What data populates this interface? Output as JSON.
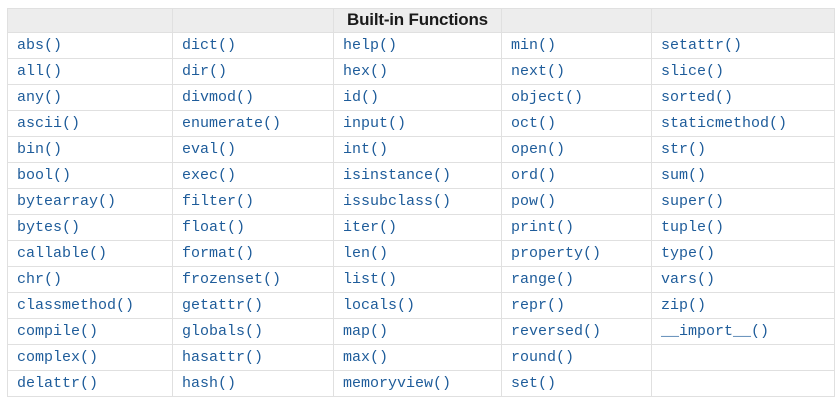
{
  "table": {
    "title": "Built-in Functions",
    "title_column_index": 2,
    "row_count": 14,
    "column_count": 5,
    "columns": [
      {
        "name": "column-1",
        "items": [
          "abs()",
          "all()",
          "any()",
          "ascii()",
          "bin()",
          "bool()",
          "bytearray()",
          "bytes()",
          "callable()",
          "chr()",
          "classmethod()",
          "compile()",
          "complex()",
          "delattr()"
        ]
      },
      {
        "name": "column-2",
        "items": [
          "dict()",
          "dir()",
          "divmod()",
          "enumerate()",
          "eval()",
          "exec()",
          "filter()",
          "float()",
          "format()",
          "frozenset()",
          "getattr()",
          "globals()",
          "hasattr()",
          "hash()"
        ]
      },
      {
        "name": "column-3",
        "items": [
          "help()",
          "hex()",
          "id()",
          "input()",
          "int()",
          "isinstance()",
          "issubclass()",
          "iter()",
          "len()",
          "list()",
          "locals()",
          "map()",
          "max()",
          "memoryview()"
        ]
      },
      {
        "name": "column-4",
        "items": [
          "min()",
          "next()",
          "object()",
          "oct()",
          "open()",
          "ord()",
          "pow()",
          "print()",
          "property()",
          "range()",
          "repr()",
          "reversed()",
          "round()",
          "set()"
        ]
      },
      {
        "name": "column-5",
        "items": [
          "setattr()",
          "slice()",
          "sorted()",
          "staticmethod()",
          "str()",
          "sum()",
          "super()",
          "tuple()",
          "type()",
          "vars()",
          "zip()",
          "__import__()",
          "",
          ""
        ]
      }
    ]
  },
  "colors": {
    "function_link": "#1e5c9a",
    "header_background": "#ededed",
    "header_text": "#1a1a1a",
    "cell_border": "#e0e0e0",
    "outer_border": "#d6d6d6",
    "page_background": "#ffffff"
  }
}
